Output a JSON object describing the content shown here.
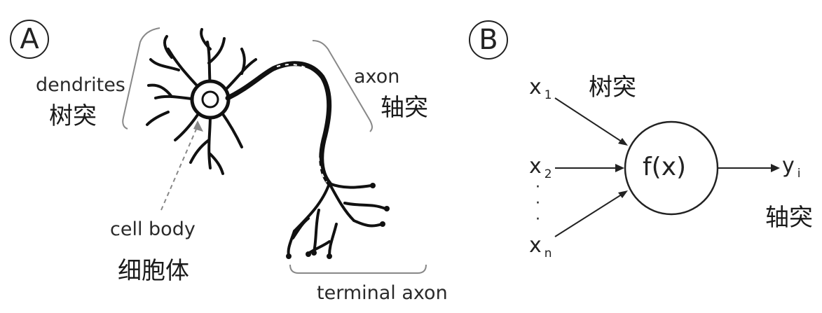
{
  "panel_a": {
    "badge": "A",
    "dendrites_en": "dendrites",
    "dendrites_zh": "树突",
    "axon_en": "axon",
    "axon_zh": "轴突",
    "cell_body_en": "cell body",
    "cell_body_zh": "细胞体",
    "terminal_axon_en": "terminal axon"
  },
  "panel_b": {
    "badge": "B",
    "input_1": {
      "var": "x",
      "sub": "1"
    },
    "input_2": {
      "var": "x",
      "sub": "2"
    },
    "input_n": {
      "var": "x",
      "sub": "n"
    },
    "dots": "·",
    "function": "f(x)",
    "output": {
      "var": "y",
      "sub": "i"
    },
    "dendrites_zh": "树突",
    "axon_zh": "轴突"
  }
}
